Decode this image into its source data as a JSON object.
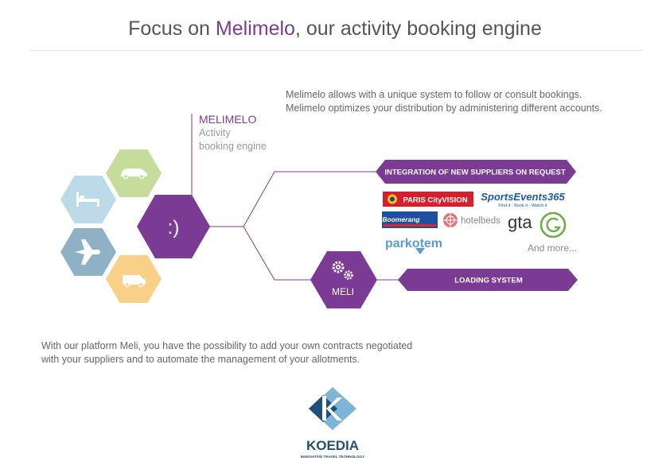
{
  "header": {
    "title_pre": "Focus on ",
    "title_brand": "Melimelo",
    "title_post": ", our activity booking engine"
  },
  "intro": {
    "line1": "Melimelo allows with a unique system to follow or consult bookings.",
    "line2": "Melimelo optimizes your distribution by administering different accounts."
  },
  "melimelo": {
    "name": "MELIMELO",
    "sub1": "Activity",
    "sub2": "booking engine",
    "smiley": ":)"
  },
  "banners": {
    "integration": "INTEGRATION OF NEW SUPPLIERS ON REQUEST",
    "loading": "LOADING SYSTEM"
  },
  "meli": {
    "label": "MELI"
  },
  "suppliers": {
    "paris": "PARIS CityVISION",
    "sports": "SportsEvents365",
    "sports_tagline": "Find it - Book it - Watch it",
    "boomerang": "Boomerang",
    "hotelbeds": "hotelbeds",
    "gta": "gta",
    "parkotem": "parkotem",
    "more": "And more..."
  },
  "bottom": {
    "line1": "With our platform Meli, you have the possibility to add your own contracts negotiated",
    "line2": "with your suppliers and to automate the management of your allotments."
  },
  "logo": {
    "name": "KOEDIA",
    "tagline": "INNOVATIVE TRAVEL TECHNOLOGY"
  },
  "colors": {
    "purple": "#7b3a93",
    "hex_green": "#c5dc9a",
    "hex_lightblue": "#bcd9e7",
    "hex_steelblue": "#8fb1c6",
    "hex_orange": "#f8d088",
    "koedia_dark": "#1e5078",
    "koedia_light": "#7eb4d6"
  },
  "icons": [
    "car-icon",
    "bed-icon",
    "plane-icon",
    "van-icon",
    "gears-icon"
  ]
}
